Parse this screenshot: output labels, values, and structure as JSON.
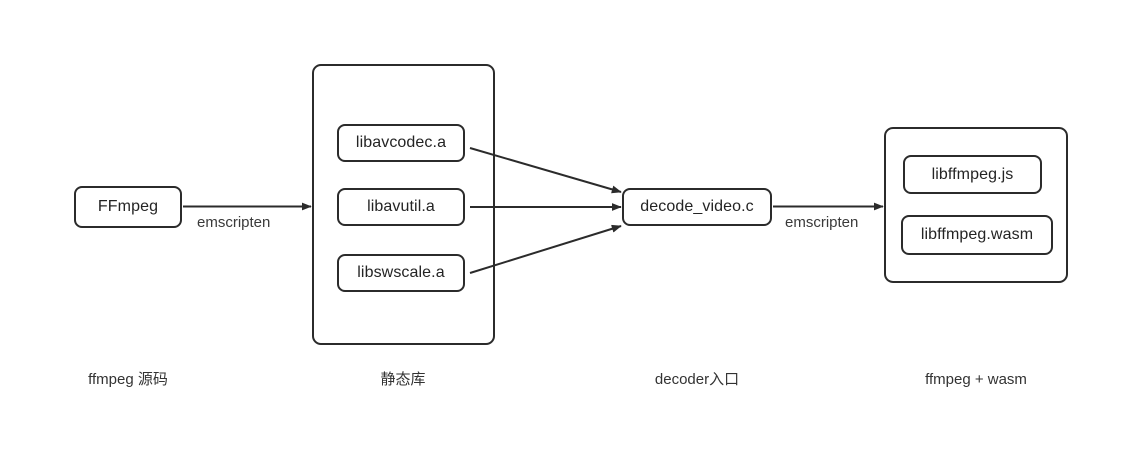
{
  "diagram": {
    "background": "#ffffff",
    "stroke_color": "#2b2b2b",
    "text_color": "#242424",
    "nodes": {
      "source": {
        "label": "FFmpeg"
      },
      "static_libs": [
        {
          "label": "libavcodec.a"
        },
        {
          "label": "libavutil.a"
        },
        {
          "label": "libswscale.a"
        }
      ],
      "entry": {
        "label": "decode_video.c"
      },
      "outputs": [
        {
          "label": "libffmpeg.js"
        },
        {
          "label": "libffmpeg.wasm"
        }
      ]
    },
    "edges": [
      {
        "label": "emscripten",
        "from": "source",
        "to": "static-libs-group"
      },
      {
        "label": "",
        "from": "libavcodec.a",
        "to": "decode_video.c"
      },
      {
        "label": "",
        "from": "libavutil.a",
        "to": "decode_video.c"
      },
      {
        "label": "",
        "from": "libswscale.a",
        "to": "decode_video.c"
      },
      {
        "label": "emscripten",
        "from": "decode_video.c",
        "to": "outputs-group"
      }
    ],
    "captions": [
      {
        "text": "ffmpeg 源码"
      },
      {
        "text": "静态库"
      },
      {
        "text": "decoder入口"
      },
      {
        "text": "ffmpeg + wasm"
      }
    ]
  }
}
